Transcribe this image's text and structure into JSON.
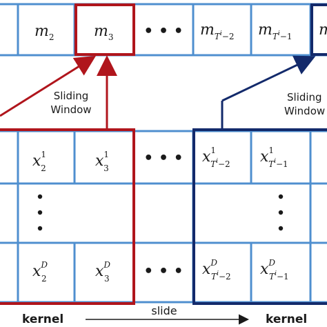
{
  "top_row": {
    "cells": [
      {
        "base": "m",
        "sub": "2"
      },
      {
        "base": "m",
        "sub": "3"
      },
      {
        "dots": "• • •"
      },
      {
        "base": "m",
        "sub": "T",
        "subsup": "i",
        "subtail": "−2"
      },
      {
        "base": "m",
        "sub": "T",
        "subsup": "i",
        "subtail": "−1"
      },
      {
        "base": "m",
        "sub": ""
      }
    ]
  },
  "labels": {
    "sliding_left_1": "Sliding",
    "sliding_left_2": "Window",
    "sliding_right_1": "Sliding",
    "sliding_right_2": "Window",
    "kernel_left": "kernel",
    "slide": "slide",
    "kernel_right": "kernel",
    "dots_h": "• • •",
    "dots_v": "•\n•\n•"
  },
  "input_rows": {
    "row1": [
      {
        "base": "x",
        "sub": "2",
        "sup": "1"
      },
      {
        "base": "x",
        "sub": "3",
        "sup": "1"
      },
      {
        "base": "x",
        "sub": "T",
        "subsup": "i",
        "subtail": "−2",
        "sup": "1"
      },
      {
        "base": "x",
        "sub": "T",
        "subsup": "i",
        "subtail": "−1",
        "sup": "1"
      }
    ],
    "rowD": [
      {
        "base": "x",
        "sub": "2",
        "sup": "D"
      },
      {
        "base": "x",
        "sub": "3",
        "sup": "D"
      },
      {
        "base": "x",
        "sub": "T",
        "subsup": "i",
        "subtail": "−2",
        "sup": "D"
      },
      {
        "base": "x",
        "sub": "T",
        "subsup": "i",
        "subtail": "−1",
        "sup": "D"
      }
    ]
  },
  "colors": {
    "cell_border": "#4f8fcf",
    "window_red": "#b0151c",
    "window_navy": "#132a6b",
    "text": "#1a1a1a"
  }
}
